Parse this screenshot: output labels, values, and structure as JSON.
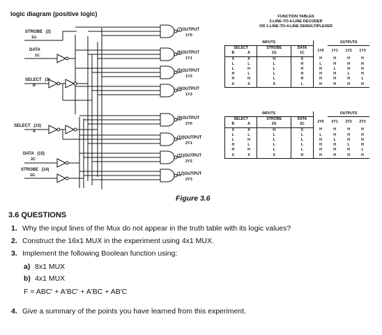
{
  "diagram": {
    "title": "logic diagram (positive logic)",
    "inputs": {
      "strobe_top": {
        "name": "STROBE",
        "pin": "(2)",
        "signal": "1G"
      },
      "data_top": {
        "name": "DATA",
        "signal": "1C"
      },
      "select_b": {
        "name": "SELECT",
        "pin": "(3)",
        "signal": "B"
      },
      "select_a": {
        "name": "SELECT",
        "pin": "(13)",
        "signal": "A"
      },
      "data_bottom": {
        "name": "DATA",
        "pin": "(15)",
        "signal": "2C"
      },
      "strobe_bottom": {
        "name": "STROBE",
        "pin": "(14)",
        "signal": "2G"
      }
    },
    "outputs": [
      {
        "pin": "(7)",
        "label": "OUTPUT",
        "signal": "1Y0"
      },
      {
        "pin": "(6)",
        "label": "OUTPUT",
        "signal": "1Y1"
      },
      {
        "pin": "(5)",
        "label": "OUTPUT",
        "signal": "1Y2"
      },
      {
        "pin": "(4)",
        "label": "OUTPUT",
        "signal": "1Y3"
      },
      {
        "pin": "(9)",
        "label": "OUTPUT",
        "signal": "2Y0"
      },
      {
        "pin": "(10)",
        "label": "OUTPUT",
        "signal": "2Y1"
      },
      {
        "pin": "(11)",
        "label": "OUTPUT",
        "signal": "2Y2"
      },
      {
        "pin": "(12)",
        "label": "OUTPUT",
        "signal": "2Y3"
      }
    ]
  },
  "function_tables": {
    "title_lines": [
      "FUNCTION TABLES",
      "2-LINE-TO-4-LINE DECODER",
      "OR 1-LINE-TO-4-LINE DEMULTIPLEXER"
    ],
    "tables": [
      {
        "inputs_label": "INPUTS",
        "outputs_label": "OUTPUTS",
        "select_label": "SELECT",
        "strobe_label": "STROBE",
        "strobe_signal": "1G",
        "data_label": "DATA",
        "data_signal": "1C",
        "select_bits": [
          "B",
          "A"
        ],
        "output_cols": [
          "1Y0",
          "1Y1",
          "1Y2",
          "1Y3"
        ],
        "rows": [
          [
            "X",
            "X",
            "H",
            "X",
            "H",
            "H",
            "H",
            "H"
          ],
          [
            "L",
            "L",
            "L",
            "H",
            "L",
            "H",
            "H",
            "H"
          ],
          [
            "L",
            "H",
            "L",
            "H",
            "H",
            "L",
            "H",
            "H"
          ],
          [
            "H",
            "L",
            "L",
            "H",
            "H",
            "H",
            "L",
            "H"
          ],
          [
            "H",
            "H",
            "L",
            "H",
            "H",
            "H",
            "H",
            "L"
          ],
          [
            "X",
            "X",
            "X",
            "L",
            "H",
            "H",
            "H",
            "H"
          ]
        ]
      },
      {
        "inputs_label": "INPUTS",
        "outputs_label": "OUTPUTS",
        "select_label": "SELECT",
        "strobe_label": "STROBE",
        "strobe_signal": "2G",
        "data_label": "DATA",
        "data_signal": "2C",
        "select_bits": [
          "B",
          "A"
        ],
        "output_cols": [
          "2Y0",
          "2Y1",
          "2Y2",
          "2Y3"
        ],
        "rows": [
          [
            "X",
            "X",
            "H",
            "X",
            "H",
            "H",
            "H",
            "H"
          ],
          [
            "L",
            "L",
            "L",
            "L",
            "L",
            "H",
            "H",
            "H"
          ],
          [
            "L",
            "H",
            "L",
            "L",
            "H",
            "L",
            "H",
            "H"
          ],
          [
            "H",
            "L",
            "L",
            "L",
            "H",
            "H",
            "L",
            "H"
          ],
          [
            "H",
            "H",
            "L",
            "L",
            "H",
            "H",
            "H",
            "L"
          ],
          [
            "X",
            "X",
            "X",
            "H",
            "H",
            "H",
            "H",
            "H"
          ]
        ]
      }
    ]
  },
  "figure_caption": "Figure 3.6",
  "questions": {
    "heading": "3.6 QUESTIONS",
    "items": [
      {
        "num": "1.",
        "text": "Why the input lines of the Mux do not appear in the truth table with its logic values?"
      },
      {
        "num": "2.",
        "text": "Construct the 16x1 MUX in the experiment using 4x1 MUX."
      },
      {
        "num": "3.",
        "text": "Implement the following Boolean function using:"
      },
      {
        "num": "a)",
        "text": "8x1 MUX"
      },
      {
        "num": "b)",
        "text": "4x1 MUX"
      },
      {
        "num": "",
        "text": "F = ABC' + A'BC' + A'BC + AB'C"
      },
      {
        "num": "4.",
        "text": "Give a summary of the points you have learned from this experiment."
      }
    ]
  }
}
